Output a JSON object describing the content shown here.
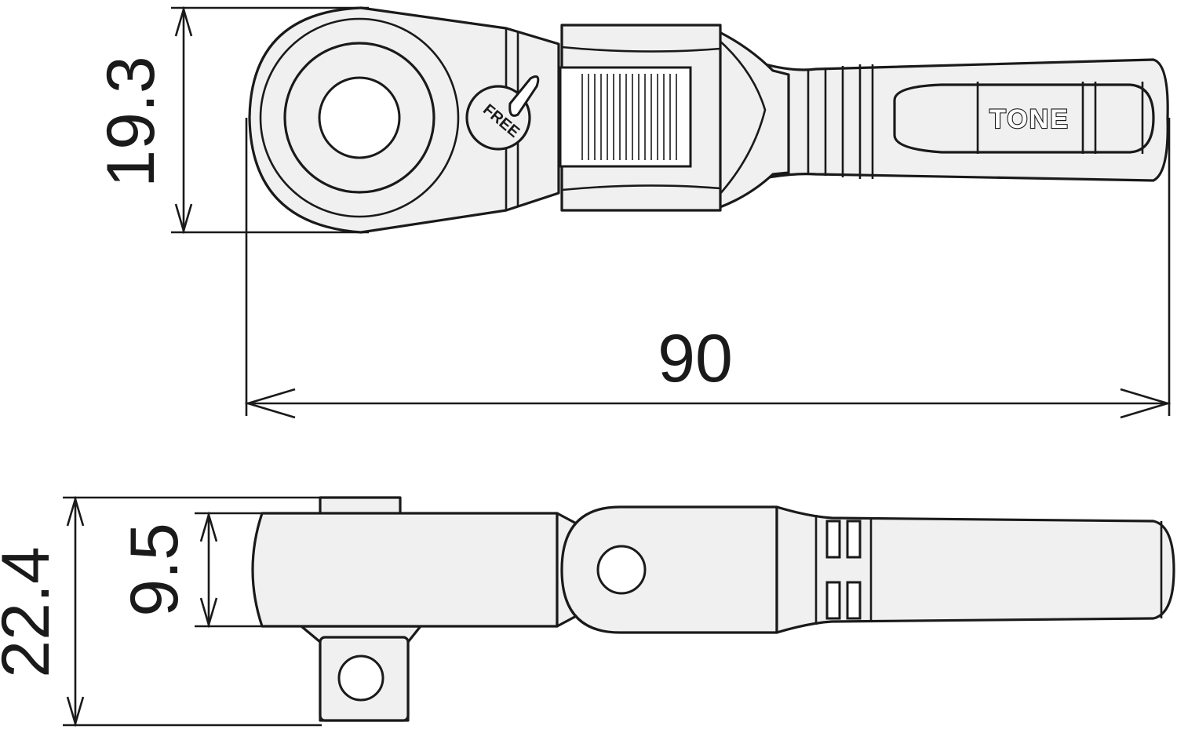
{
  "dimensions": {
    "head_height": "19.3",
    "overall_length": "90",
    "overall_height": "22.4",
    "head_thickness": "9.5"
  },
  "brand": "TONE",
  "switch_label": "FREE",
  "colors": {
    "line": "#1a1a1a",
    "fill": "#f0f0f0",
    "background": "#ffffff"
  }
}
